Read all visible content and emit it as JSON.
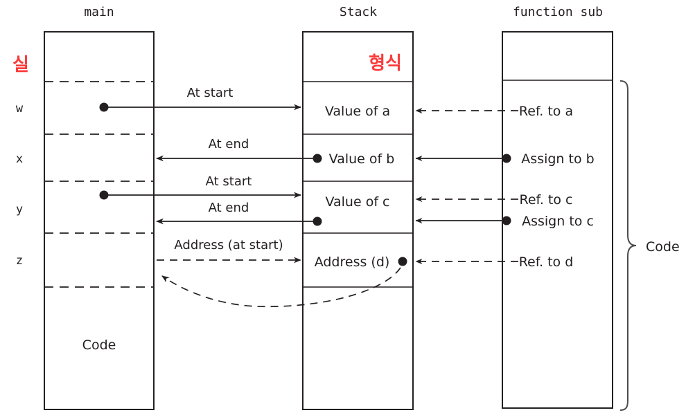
{
  "figure": {
    "title_main": "main",
    "title_stack": "Stack",
    "title_sub": "function sub",
    "annotations": {
      "left_red": "실",
      "stack_red": "형식"
    },
    "columns": {
      "main": {
        "name": "main",
        "variables": [
          "w",
          "x",
          "y",
          "z"
        ],
        "code_label": "Code"
      },
      "stack": {
        "name": "Stack",
        "cells": [
          "Value of a",
          "Value of b",
          "Value of c",
          "Address (d)"
        ]
      },
      "sub": {
        "name": "function sub",
        "entries": [
          "Ref. to a",
          "Assign to b",
          "Ref. to c",
          "Assign to c",
          "Ref. to d"
        ],
        "brace_label": "Code"
      }
    },
    "edges": [
      {
        "label": "At start",
        "from": "main.w",
        "to": "stack.Value of a",
        "style": "solid",
        "direction": "right"
      },
      {
        "label": "At end",
        "from": "stack.Value of b",
        "to": "main.x",
        "style": "solid",
        "direction": "left"
      },
      {
        "label": "At start",
        "from": "main.y",
        "to": "stack.Value of c",
        "style": "solid",
        "direction": "right"
      },
      {
        "label": "At end",
        "from": "stack.Value of c",
        "to": "main.y",
        "style": "solid",
        "direction": "left"
      },
      {
        "label": "Address (at start)",
        "from": "main.z",
        "to": "stack.Address (d)",
        "style": "dashed",
        "direction": "right"
      },
      {
        "label": "",
        "from": "sub.Ref. to a",
        "to": "stack.Value of a",
        "style": "dashed",
        "direction": "left"
      },
      {
        "label": "",
        "from": "sub.Assign to b",
        "to": "stack.Value of b",
        "style": "solid",
        "direction": "left"
      },
      {
        "label": "",
        "from": "sub.Ref. to c",
        "to": "stack.Value of c",
        "style": "dashed",
        "direction": "left"
      },
      {
        "label": "",
        "from": "sub.Assign to c",
        "to": "stack.Value of c",
        "style": "solid",
        "direction": "left"
      },
      {
        "label": "",
        "from": "sub.Ref. to d",
        "to": "stack.Address (d)",
        "style": "dashed",
        "direction": "left"
      },
      {
        "label": "",
        "from": "stack.Address (d)",
        "to": "main.z",
        "style": "dashed-curve",
        "direction": "left"
      }
    ],
    "edge_labels": {
      "at_start_1": "At start",
      "at_end_1": "At end",
      "at_start_2": "At start",
      "at_end_2": "At end",
      "address_at_start": "Address (at start)"
    },
    "colors": {
      "ink": "#231f20",
      "annotation_red": "#fb3b3b",
      "brace_gray": "#4c4c4c",
      "background": "#ffffff"
    }
  }
}
